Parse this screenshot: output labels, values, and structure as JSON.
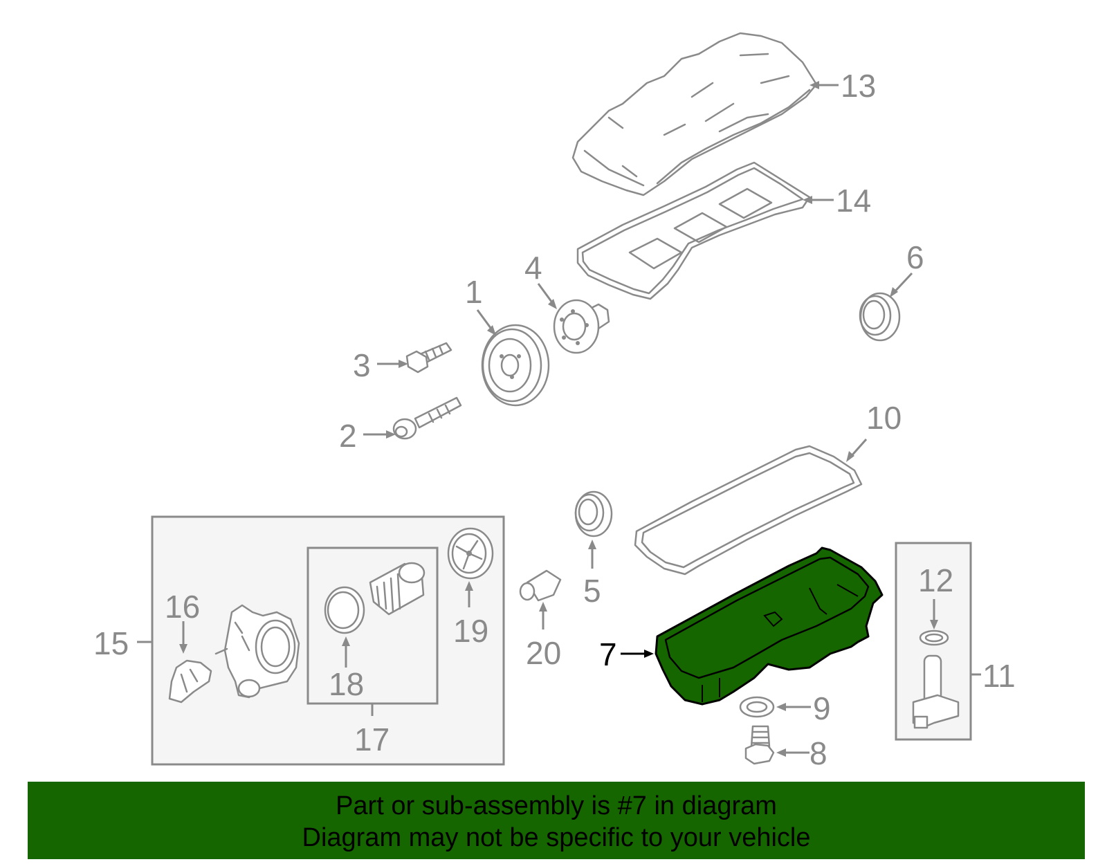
{
  "colors": {
    "highlight_part": "#166600",
    "banner_background": "#166600",
    "part_outline": "#8a8a8a",
    "box_fill": "#f5f5f5"
  },
  "callouts": {
    "c1": "1",
    "c2": "2",
    "c3": "3",
    "c4": "4",
    "c5": "5",
    "c6": "6",
    "c7": "7",
    "c8": "8",
    "c9": "9",
    "c10": "10",
    "c11": "11",
    "c12": "12",
    "c13": "13",
    "c14": "14",
    "c15": "15",
    "c16": "16",
    "c17": "17",
    "c18": "18",
    "c19": "19",
    "c20": "20"
  },
  "highlighted_part": "7",
  "banner": {
    "line1": "Part or sub-assembly is #7 in diagram",
    "line2": "Diagram may not be specific to your vehicle"
  }
}
